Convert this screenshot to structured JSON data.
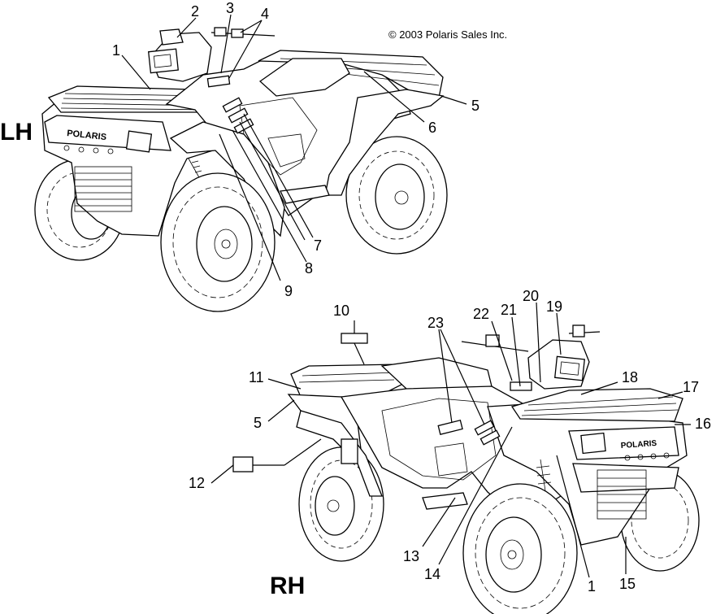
{
  "copyright": "© 2003 Polaris Sales Inc.",
  "views": {
    "lh": {
      "label": "LH",
      "brand": "POLARIS"
    },
    "rh": {
      "label": "RH",
      "brand": "POLARIS"
    }
  },
  "callouts": {
    "lh": [
      "1",
      "2",
      "3",
      "4",
      "5",
      "6",
      "7",
      "8",
      "9"
    ],
    "rh": [
      "10",
      "11",
      "5",
      "12",
      "13",
      "14",
      "1",
      "15",
      "16",
      "17",
      "18",
      "19",
      "20",
      "21",
      "22",
      "23"
    ]
  },
  "colors": {
    "line": "#000000",
    "background": "#ffffff"
  }
}
